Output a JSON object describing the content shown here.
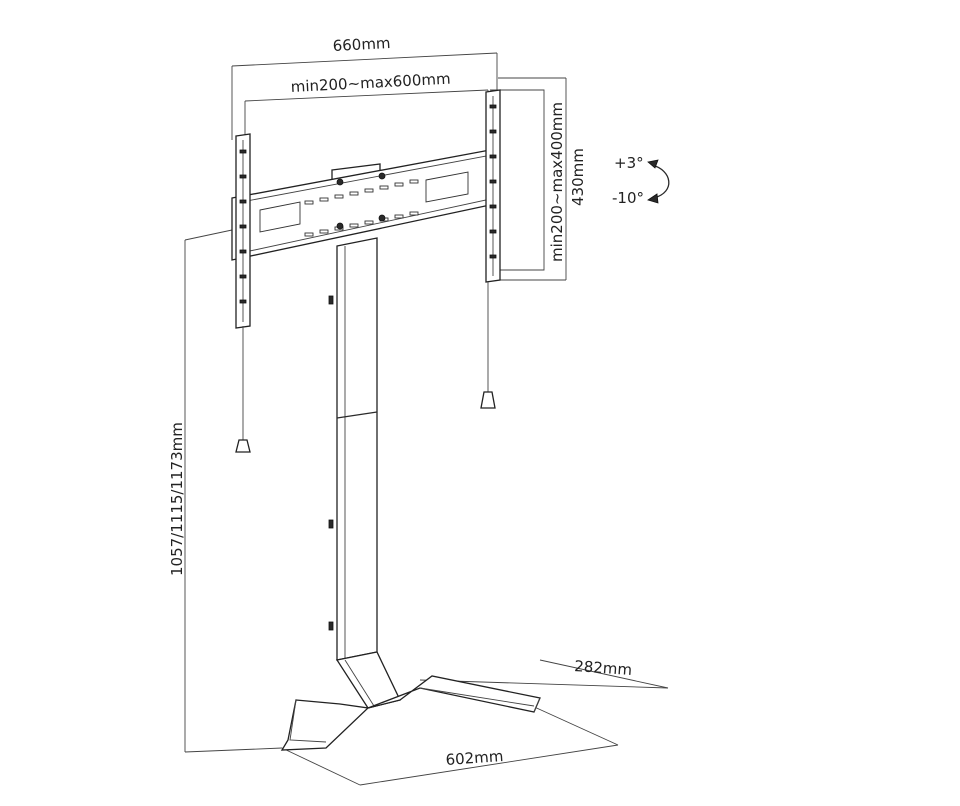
{
  "dimensions": {
    "overall_width": "660mm",
    "vesa_width": "min200~max600mm",
    "vesa_height": "min200~max400mm",
    "bracket_height": "430mm",
    "tilt_up": "+3°",
    "tilt_down": "-10°",
    "stand_height": "1057/1115/1173mm",
    "base_width": "602mm",
    "base_depth": "282mm"
  }
}
